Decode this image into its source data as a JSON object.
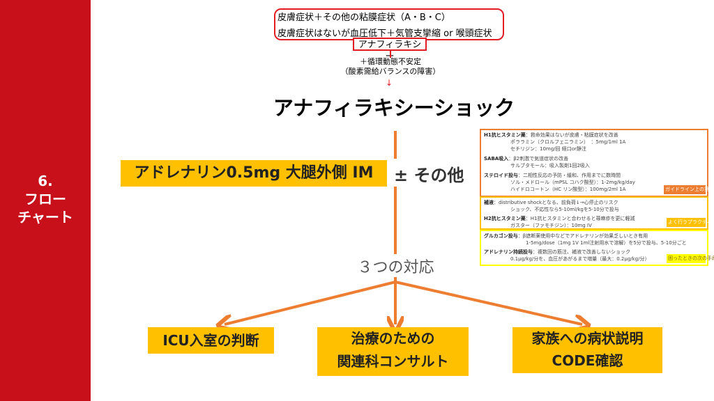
{
  "sidebar": {
    "number": "6.",
    "title_line1": "フロー",
    "title_line2": "チャート"
  },
  "top": {
    "line1": "皮膚症状＋その他の粘膜症状（A・B・C）",
    "line2": "皮膚症状はないが血圧低下＋気管支攣縮 or 喉頭症状",
    "anaphylaxis": "アナフィラキシー",
    "cond1": "＋循環動態不安定",
    "cond2": "（酸素需給バランスの障害）",
    "shock": "アナフィラキシーショック"
  },
  "main": {
    "adrenaline": "アドレナリン0.5mg 大腿外側 IM",
    "other": "±  その他",
    "three": "３つの対応",
    "box1": "ICU入室の判断",
    "box2_l1": "治療のための",
    "box2_l2": "関連科コンサルト",
    "box3_l1": "家族への病状説明",
    "box3_l2": "CODE確認"
  },
  "panel": {
    "p1": {
      "h1_head": "H1抗ヒスタミン薬",
      "h1_desc": "：救命効果はないが皮膚・粘膜症状を改善",
      "h1_a": "ポララミン（クロルフェニラミン）　：5mg/1ml 1A",
      "h1_b": "セチリジン：10mg/回 経口or静注",
      "saba_head": "SABA吸入",
      "saba_desc": "：β2刺激で気道症状の改善",
      "saba_a": "サルブタモール：吸入製剤1回2吸入",
      "st_head": "ステロイド投与",
      "st_desc": "：二相性反応の予防・緩和、作用までに数時間",
      "st_a": "ソル・メドロール（mPSL コハク酸型）：1-2mg/kg/day",
      "st_b": "ハイドロコートン（HC リン酸型）：100mg/2ml 1A",
      "tag": "ガイドライン上の第二選択薬"
    },
    "p2": {
      "fl_head": "補液",
      "fl_desc": "：distributive shockとなる、前負荷↓→心停止のリスク",
      "fl_a": "ショック、不応性なら5-10ml/kgを5-10分で投与",
      "h2_head": "H2抗ヒスタミン薬",
      "h2_desc": "：H1抗ヒスタミンと合わせると蕁麻疹を更に軽減",
      "h2_a": "ガスター（ファモチジン）：10mg IV",
      "tag": "よく行うプラクティス"
    },
    "p3": {
      "gl_head": "グルカゴン投与",
      "gl_desc": "：β遮断薬使用中などでアドレナリンが効果乏しいとき有用",
      "gl_a": "1-5mg/dose（1mg 1V 1ml注射用水で溶解）を5分で投与、5-10分ごと",
      "ad_head": "アドレナリン持続投与",
      "ad_desc": "：複数回の筋注、補液で改善しないショック",
      "ad_a": "0.1μg/kg/分を、血圧があがるまで増量（最大：0.2μg/kg/分）",
      "tag": "困ったときの次の手段"
    }
  }
}
